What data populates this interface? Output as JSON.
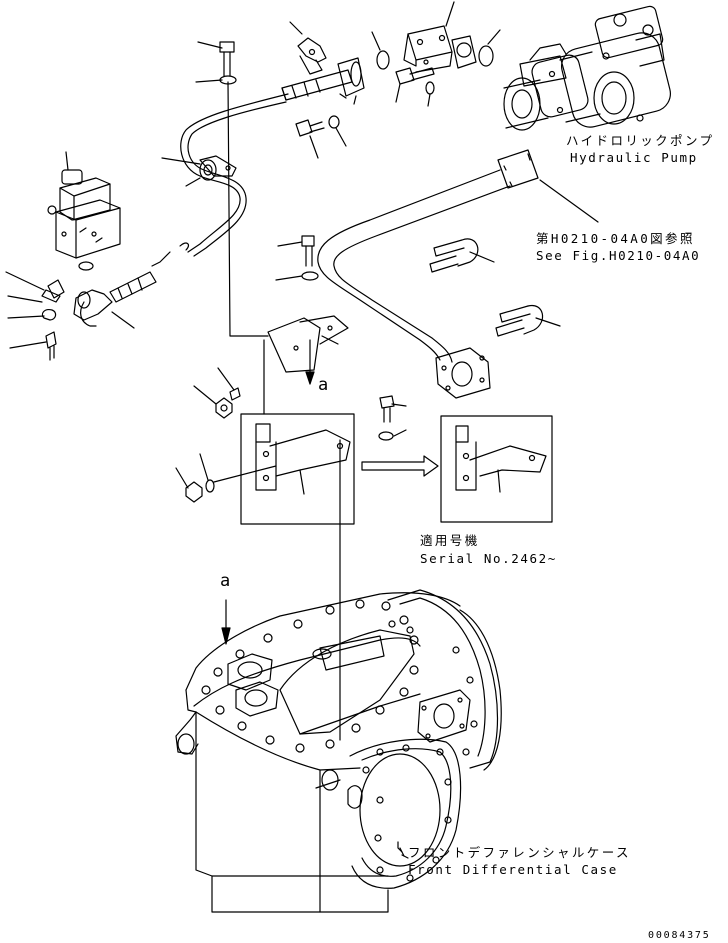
{
  "labels": {
    "hydraulic_pump_jp": "ハイドロリックポンプ",
    "hydraulic_pump_en": "Hydraulic Pump",
    "see_fig_jp": "第H0210-04A0図参照",
    "see_fig_en": "See Fig.H0210-04A0",
    "serial_jp": "適用号機",
    "serial_en": "Serial No.2462~",
    "front_diff_jp": "フロントデファレンシャルケース",
    "front_diff_en": "Front Differential Case",
    "view_a_top": "a",
    "view_a_bottom": "a",
    "drawing_number": "00084375"
  }
}
